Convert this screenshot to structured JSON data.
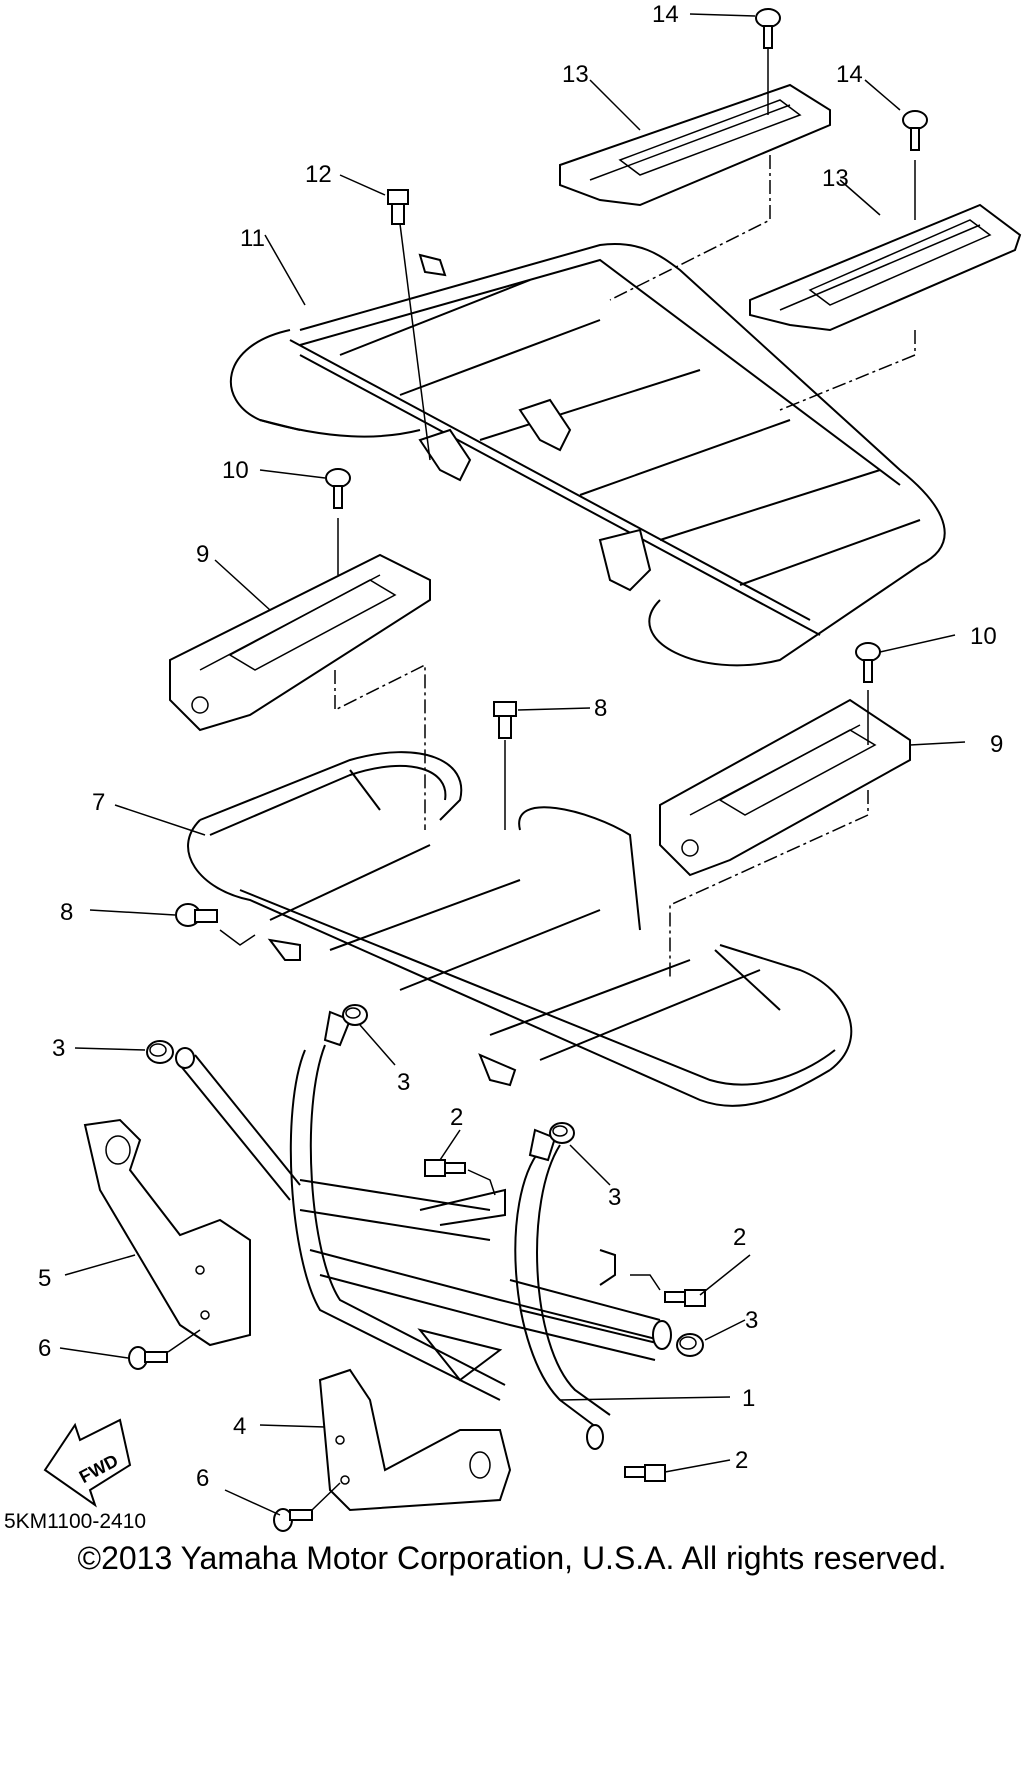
{
  "diagram": {
    "callouts": [
      "1",
      "2",
      "2",
      "2",
      "3",
      "3",
      "3",
      "3",
      "4",
      "5",
      "6",
      "6",
      "7",
      "8",
      "8",
      "9",
      "9",
      "10",
      "10",
      "11",
      "12",
      "13",
      "13",
      "14",
      "14"
    ],
    "fwd_label": "FWD",
    "code": "5KM1100-2410",
    "copyright": "©2013 Yamaha Motor Corporation, U.S.A. All rights reserved."
  }
}
